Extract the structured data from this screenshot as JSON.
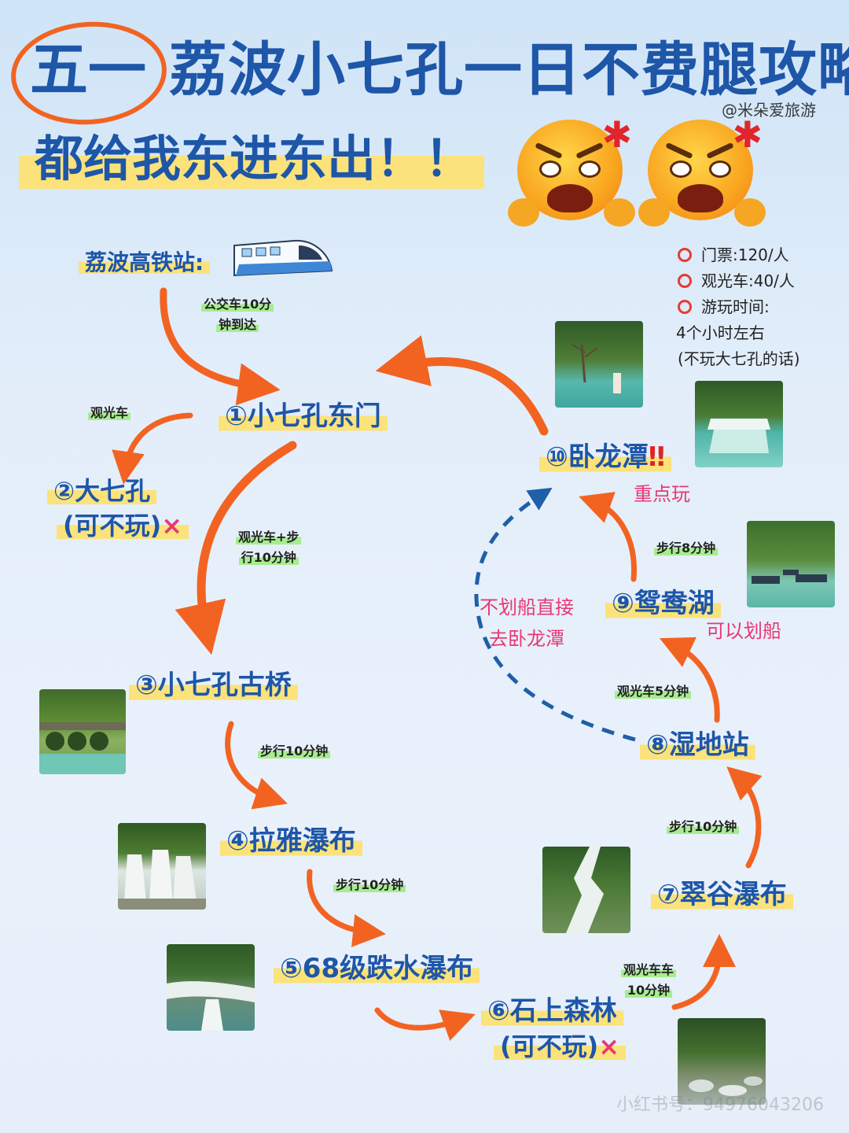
{
  "header": {
    "title_prefix": "五一",
    "title": "荔波小七孔一日不费腿攻略",
    "credit": "@米朵爱旅游",
    "subtitle": "都给我东进东出！！"
  },
  "info": {
    "ticket": "门票:120/人",
    "bus": "观光车:40/人",
    "time_label": "游玩时间:",
    "time_value": "4个小时左右",
    "time_note": "(不玩大七孔的话)"
  },
  "route": {
    "start": "荔波高铁站:",
    "stops": [
      {
        "num": "①",
        "name": "小七孔东门"
      },
      {
        "num": "②",
        "name": "大七孔",
        "note": "(可不玩)",
        "mark": "×"
      },
      {
        "num": "③",
        "name": "小七孔古桥"
      },
      {
        "num": "④",
        "name": "拉雅瀑布"
      },
      {
        "num": "⑤",
        "name": "68级跌水瀑布"
      },
      {
        "num": "⑥",
        "name": "石上森林",
        "note": "(可不玩)",
        "mark": "×"
      },
      {
        "num": "⑦",
        "name": "翠谷瀑布"
      },
      {
        "num": "⑧",
        "name": "湿地站"
      },
      {
        "num": "⑨",
        "name": "鸳鸯湖"
      },
      {
        "num": "⑩",
        "name": "卧龙潭",
        "mark": "‼"
      }
    ],
    "legs": {
      "bus_line1": "公交车10分",
      "bus_line2": "钟到达",
      "to_big": "观光车",
      "to_bridge_l1": "观光车+步",
      "to_bridge_l2": "行10分钟",
      "bridge_to_laya": "步行10分钟",
      "laya_to_68": "步行10分钟",
      "to_7_l1": "观光车车",
      "to_7_l2": "10分钟",
      "to_8": "步行10分钟",
      "to_9": "观光车5分钟",
      "to_10": "步行8分钟"
    },
    "notes": {
      "focus": "重点玩",
      "boat": "可以划船",
      "skip_l1": "不划船直接",
      "skip_l2": "去卧龙潭"
    }
  },
  "watermark": "小红书号：94976043206",
  "colors": {
    "title_blue": "#1e56a8",
    "highlight_yellow": "#fbe27a",
    "arrow_orange": "#f26322",
    "dash_blue": "#1f5fa8",
    "accent_pink": "#e83874"
  }
}
